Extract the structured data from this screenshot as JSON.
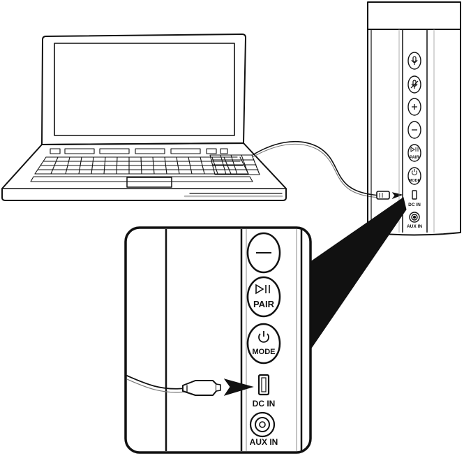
{
  "speaker_buttons": {
    "mic": "",
    "mic_mute": "",
    "volume_up": "",
    "volume_down": "",
    "pair": "PAIR",
    "mode": "MODE"
  },
  "ports": {
    "dc_in": "DC IN",
    "aux_in": "AUX IN"
  },
  "zoom_buttons": {
    "pair": "PAIR",
    "mode": "MODE"
  },
  "zoom_ports": {
    "dc_in": "DC IN",
    "aux_in": "AUX IN"
  },
  "icons": [
    "laptop-icon",
    "speaker-icon",
    "usb-cable-icon",
    "arrow-icon",
    "microphone-icon",
    "microphone-mute-icon",
    "plus-icon",
    "minus-icon",
    "play-pause-icon",
    "power-icon",
    "usb-port-icon",
    "audio-jack-icon"
  ]
}
